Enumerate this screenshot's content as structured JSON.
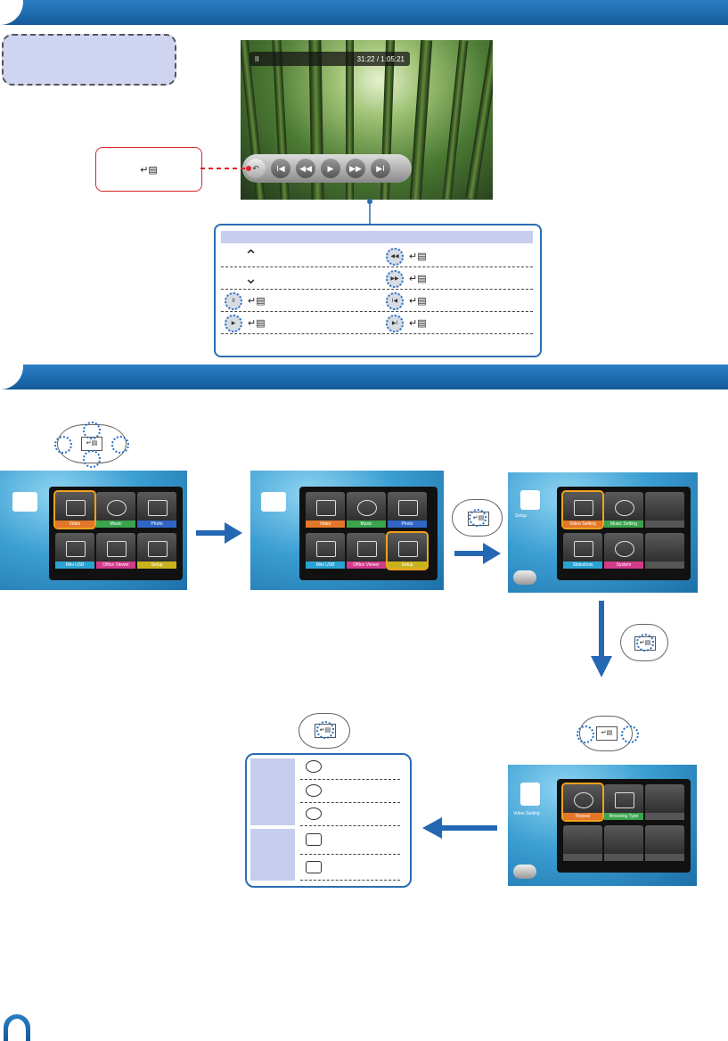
{
  "video": {
    "time": "31:22 / 1:05:21",
    "pause": "II"
  },
  "player_controls": [
    "↶",
    "I◀",
    "◀◀",
    "▶",
    "▶▶",
    "▶I"
  ],
  "enter_symbol": "↵▤",
  "home_tiles": [
    {
      "label": "Video"
    },
    {
      "label": "Music"
    },
    {
      "label": "Photo"
    },
    {
      "label": "Mini USB"
    },
    {
      "label": "Office Viewer"
    },
    {
      "label": "Setup"
    }
  ],
  "setup_screen": {
    "title": "Setup",
    "tiles": [
      "Video Setting",
      "Music Setting",
      "Slideshow",
      "System"
    ]
  },
  "video_setting_screen": {
    "title": "Video Setting",
    "tiles": [
      "Repeat",
      "Browsing Type"
    ]
  },
  "colors": {
    "accent": "#1f64ab",
    "highlight": "#f2a21e"
  }
}
